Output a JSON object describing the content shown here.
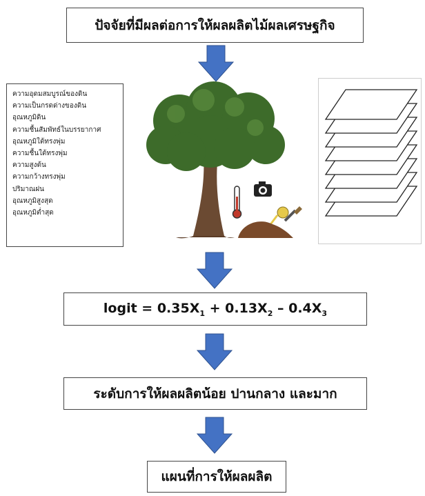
{
  "title": "ปัจจัยที่มีผลต่อการให้ผลผลิตไม้ผลเศรษฐกิจ",
  "variables": [
    "ความอุดมสมบูรณ์ของดิน",
    "ความเป็นกรดด่างของดิน",
    "อุณหภูมิดิน",
    "ความชื้นสัมพัทธ์ในบรรยากาศ",
    "อุณหภูมิใต้ทรงพุ่ม",
    "ความชื้นใต้ทรงพุ่ม",
    "ความสูงต้น",
    "ความกว้างทรงพุ่ม",
    "ปริมาณฝน",
    "อุณหภูมิสูงสุด",
    "อุณหภูมิต่ำสุด"
  ],
  "formula": {
    "prefix": "logit = 0.35X",
    "sub1": "1",
    "mid1": " + 0.13X",
    "sub2": "2",
    "mid2": " – 0.4X",
    "sub3": "3"
  },
  "result": "ระดับการให้ผลผลิตน้อย ปานกลาง และมาก",
  "map": "แผนที่การให้ผลผลิต",
  "colors": {
    "arrow": "#4472c4",
    "arrow_stroke": "#2f528f",
    "foliage": "#3d6b2a",
    "trunk": "#6b4a32"
  }
}
